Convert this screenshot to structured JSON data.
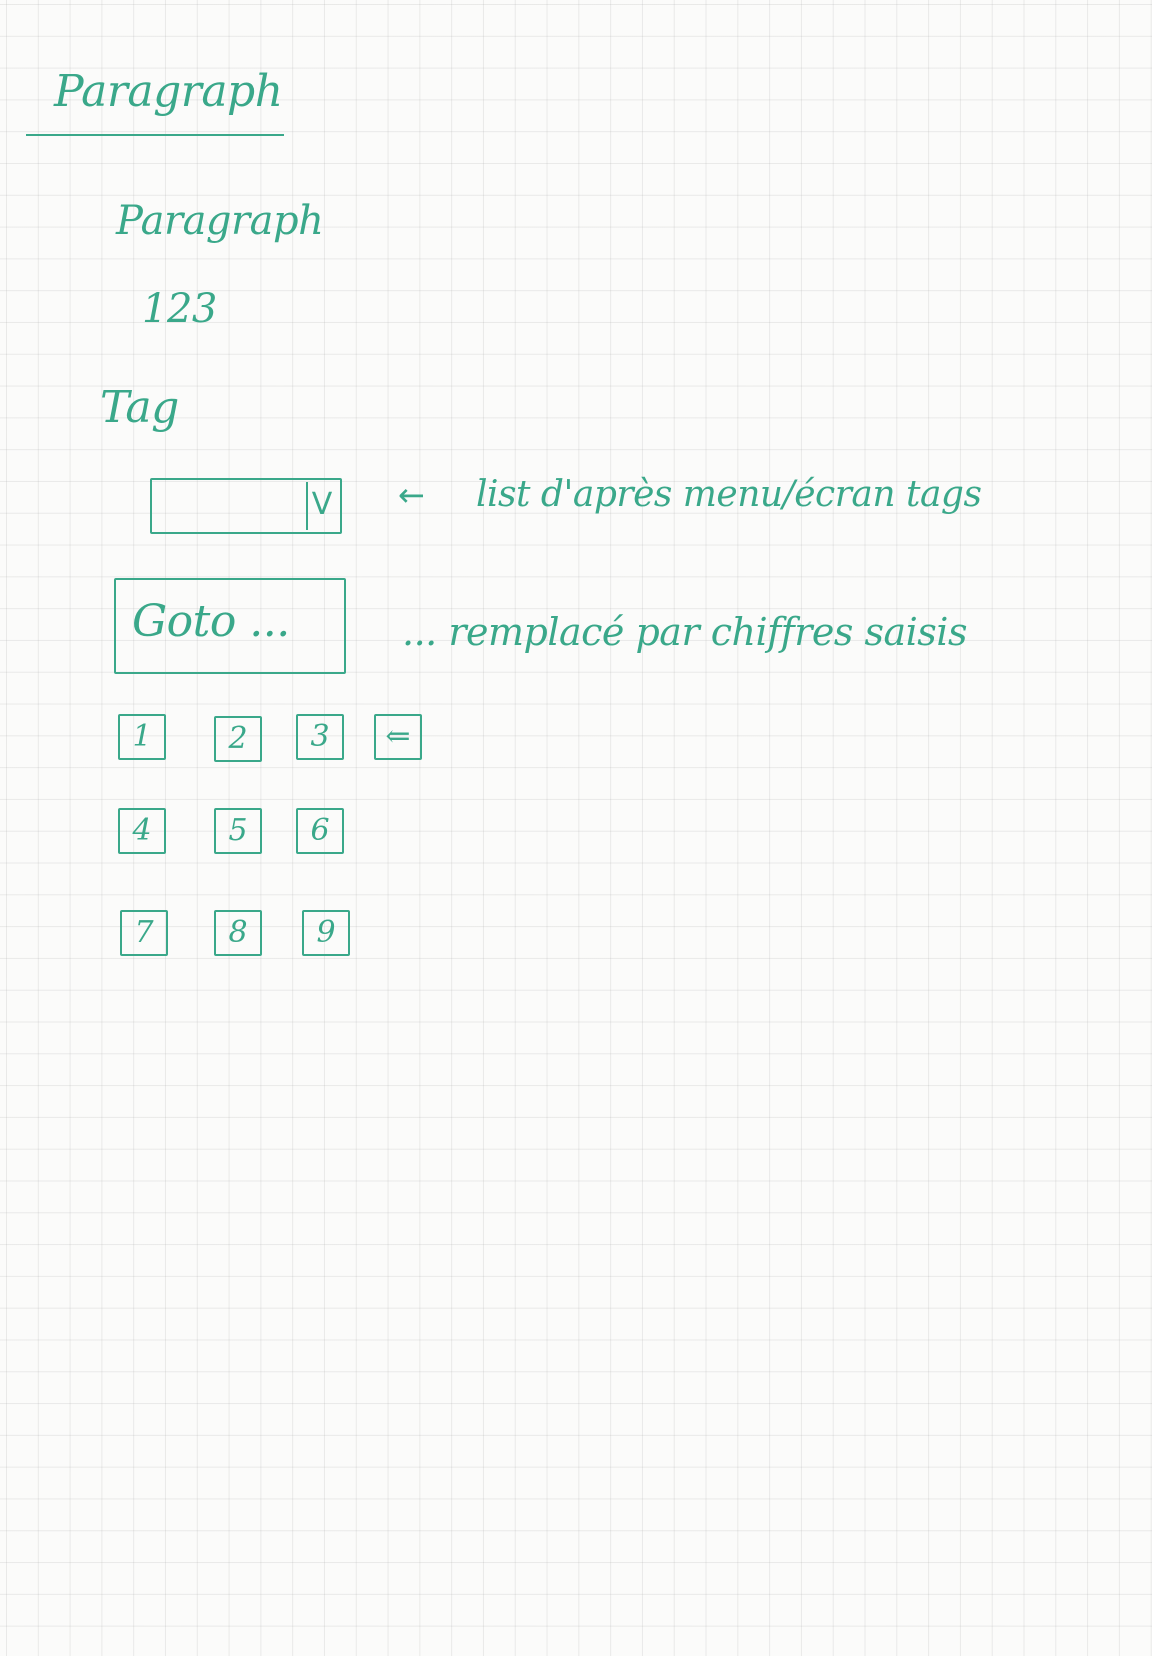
{
  "header": {
    "title": "Paragraph"
  },
  "paragraph": {
    "label": "Paragraph",
    "number": "123"
  },
  "tag": {
    "label": "Tag",
    "select_arrow": "V",
    "annotation_arrow": "←",
    "annotation": "list d'après menu/écran tags"
  },
  "goto": {
    "label": "Goto ...",
    "annotation": "... remplacé par chiffres saisis"
  },
  "keypad": {
    "keys": [
      "1",
      "2",
      "3",
      "⇐",
      "4",
      "5",
      "6",
      "7",
      "8",
      "9"
    ]
  },
  "colors": {
    "ink": "#3aa88a",
    "paper": "#fbfbfa",
    "grid": "#d6d6d6"
  }
}
